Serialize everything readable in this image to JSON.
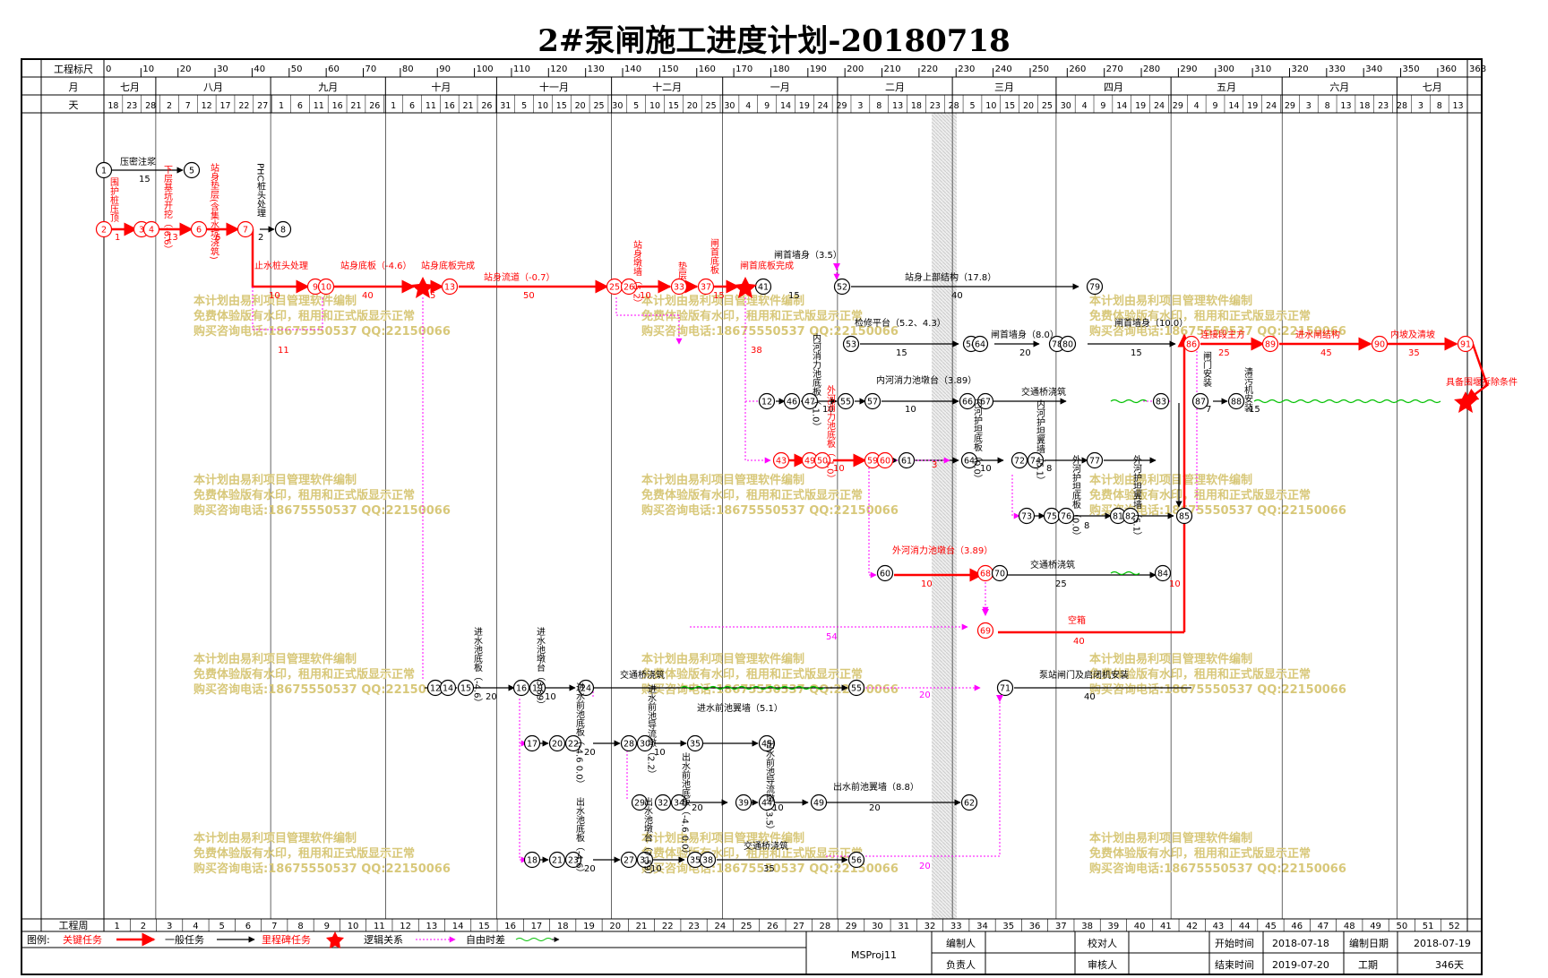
{
  "title": "2#泵闸施工进度计划-20180718",
  "header": {
    "row_scale": "工程标尺",
    "row_month": "月",
    "row_day": "天",
    "row_week": "工程周",
    "scale_ticks": [
      "0",
      "10",
      "20",
      "30",
      "40",
      "50",
      "60",
      "70",
      "80",
      "90",
      "100",
      "110",
      "120",
      "130",
      "140",
      "150",
      "160",
      "170",
      "180",
      "190",
      "200",
      "210",
      "220",
      "230",
      "240",
      "250",
      "260",
      "270",
      "280",
      "290",
      "300",
      "310",
      "320",
      "330",
      "340",
      "350",
      "360",
      "368"
    ],
    "months": [
      "七月",
      "八月",
      "九月",
      "十月",
      "十一月",
      "十二月",
      "一月",
      "二月",
      "三月",
      "四月",
      "五月",
      "六月",
      "七月"
    ],
    "days": [
      "18",
      "23",
      "28",
      "2",
      "7",
      "12",
      "17",
      "22",
      "27",
      "1",
      "6",
      "11",
      "16",
      "21",
      "26",
      "1",
      "6",
      "11",
      "16",
      "21",
      "26",
      "31",
      "5",
      "10",
      "15",
      "20",
      "25",
      "30",
      "5",
      "10",
      "15",
      "20",
      "25",
      "30",
      "4",
      "9",
      "14",
      "19",
      "24",
      "29",
      "3",
      "8",
      "13",
      "18",
      "23",
      "28",
      "5",
      "10",
      "15",
      "20",
      "25",
      "30",
      "4",
      "9",
      "14",
      "19",
      "24",
      "29",
      "4",
      "9",
      "14",
      "19",
      "24",
      "29",
      "3",
      "8",
      "13",
      "18",
      "23",
      "28",
      "3",
      "8",
      "13"
    ],
    "weeks": [
      "1",
      "2",
      "3",
      "4",
      "5",
      "6",
      "7",
      "8",
      "9",
      "10",
      "11",
      "12",
      "13",
      "14",
      "15",
      "16",
      "17",
      "18",
      "19",
      "20",
      "21",
      "22",
      "23",
      "24",
      "25",
      "26",
      "27",
      "28",
      "29",
      "30",
      "31",
      "32",
      "33",
      "34",
      "35",
      "36",
      "37",
      "38",
      "39",
      "40",
      "41",
      "42",
      "43",
      "44",
      "45",
      "46",
      "47",
      "48",
      "49",
      "50",
      "51",
      "52"
    ]
  },
  "tasks": {
    "t1": "压密注浆",
    "t1d": "15",
    "t2": "围护桩压顶",
    "t2d": "1",
    "t3": "下层基坑开挖（-6.6）",
    "t3d": "13",
    "t4": "站身垫层(含集水坑浇筑)",
    "t4d": "6",
    "t5": "PHC桩头处理",
    "t5d": "2",
    "t6": "止水桩头处理",
    "t6d": "10",
    "t7": "站身底板（-4.6）",
    "t7d": "40",
    "t8": "站身底板完成",
    "t9": "站身流道（-0.7）",
    "t9d": "50",
    "t10": "站身墩墙（5.2）",
    "t10d": "10",
    "t11": "垫层",
    "t12": "闸首底板",
    "t12d": "15",
    "t13": "闸首底板完成",
    "t14": "闸首墙身（3.5）",
    "t14d": "15",
    "t15": "站身上部结构（17.8）",
    "t15d": "40",
    "t16": "检修平台（5.2、4.3）",
    "t16d": "15",
    "t17": "闸首墙身（8.0）",
    "t17d": "20",
    "t18": "闸首墙身（10.0）",
    "t18d": "15",
    "t19": "闸门安装",
    "t19d": "7",
    "t20": "清污机安装",
    "t20d": "15",
    "t21": "连接段主方",
    "t21d": "25",
    "t22": "进水闸结构",
    "t22d": "45",
    "t23": "内坡及清坡",
    "t23d": "35",
    "t24": "具备围堰拆除条件",
    "t25": "内河消力池底板（-1.0）",
    "t25d": "10",
    "t26": "内河消力池墩台（3.89）",
    "t26d": "10",
    "t27": "交通桥浇筑",
    "t28": "外河消力池底板（-1.0）",
    "t28d": "10",
    "t29": "内河护坦底板（0.0）",
    "t29d": "10",
    "t30": "内河护坦翼墙（5.1）",
    "t30d": "8",
    "t31": "外河护坦底板（0.0）",
    "t31d": "8",
    "t32": "外河护坦翼墙（5.1）",
    "t33": "外河消力池墩台（3.89）",
    "t33d": "10",
    "t34": "交通桥浇筑",
    "t34d": "25",
    "t35": "空箱",
    "t35d": "40",
    "t36": "进水池底板（-4.6）",
    "t36d": "20",
    "t37": "进水池墩台（3.89）",
    "t37d": "10",
    "t38": "交通桥浇筑",
    "t39": "泵站闸门及启闭机安装",
    "t39d": "40",
    "t40": "进水前池底板（-4.6 0.0）",
    "t40d": "20",
    "t41": "进水前池导流墩（2.2）",
    "t41d": "10",
    "t42": "进水前池翼墙（5.1）",
    "t43": "出水前池底板（-4.6 0.0）",
    "t43d": "20",
    "t44": "出水前池导流墩（3.5）",
    "t44d": "10",
    "t45": "出水前池翼墙（8.8）",
    "t45d": "20",
    "t46": "出水池底板（-4.6）",
    "t46d": "20",
    "t47": "出水池墩台（7.59）",
    "t47d": "10",
    "t48": "交通桥浇筑",
    "t48d": "35",
    "free54": "54",
    "free20a": "20",
    "free20b": "20",
    "free38": "38",
    "free11": "11",
    "free3": "3",
    "free10": "10",
    "free5": "5"
  },
  "watermark": {
    "line1": "本计划由易利项目管理软件编制",
    "line2": "免费体验版有水印，租用和正式版显示正常",
    "line3": "购买咨询电话:18675550537 QQ:22150066"
  },
  "legend": {
    "label": "图例:",
    "critical": "关键任务",
    "normal": "一般任务",
    "milestone": "里程碑任务",
    "logic": "逻辑关系",
    "float": "自由时差"
  },
  "footer": {
    "project": "MSProj11",
    "prepared_by_label": "编制人",
    "responsible_label": "负责人",
    "checked_label": "校对人",
    "reviewed_label": "审核人",
    "start_label": "开始时间",
    "start_value": "2018-07-18",
    "end_label": "结束时间",
    "end_value": "2019-07-20",
    "made_label": "编制日期",
    "made_value": "2018-07-19",
    "duration_label": "工期",
    "duration_value": "346天"
  },
  "colors": {
    "critical": "#ff0000",
    "normal": "#000000",
    "logic": "#ff00ff",
    "float": "#00c000",
    "watermark": "#d8c87a"
  }
}
